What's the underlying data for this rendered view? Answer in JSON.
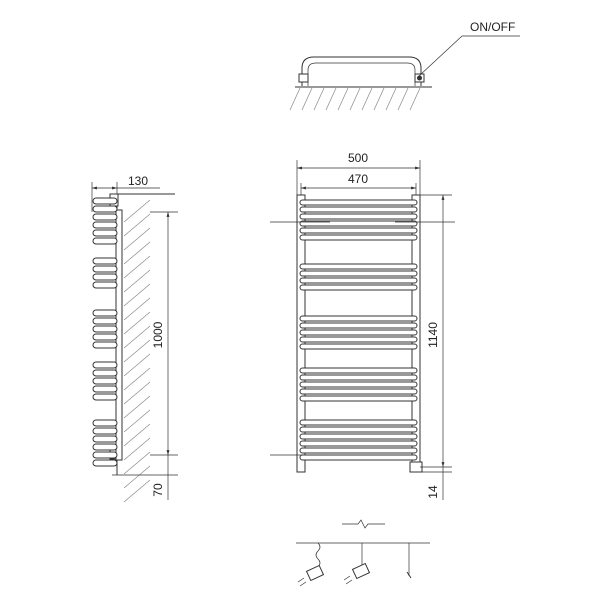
{
  "labels": {
    "switch": "ON/OFF",
    "depth": "130",
    "mount_height": "1000",
    "floor_clearance": "70",
    "total_width": "500",
    "axis_width": "470",
    "total_height": "1140",
    "bottom_offset": "14"
  },
  "colors": {
    "line": "#333333",
    "hatch": "#888888",
    "background": "#ffffff"
  },
  "icons": [
    "plug-icon",
    "plug-icon",
    "cable-icon",
    "wavy-break-icon"
  ]
}
